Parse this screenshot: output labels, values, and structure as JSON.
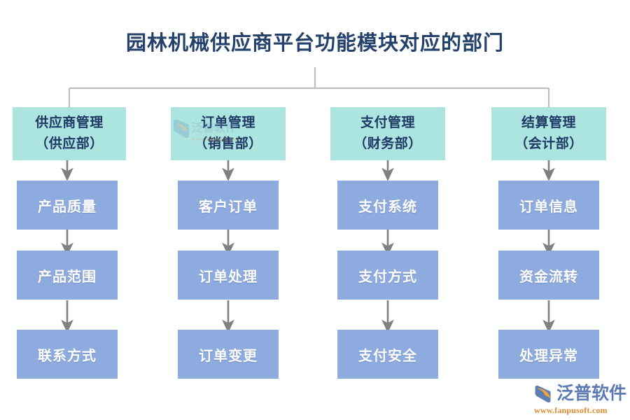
{
  "title": "园林机械供应商平台功能模块对应的部门",
  "colors": {
    "title_text": "#24416b",
    "dept_box_fill": "#ace4df",
    "dept_box_text": "#1f3864",
    "module_box_fill": "#8eabdf",
    "module_box_text": "#ffffff",
    "connector_line": "#bfbfbf",
    "arrow": "#808080",
    "logo_word": "#5b7bb5",
    "logo_url": "#e08a2e",
    "background": "#ffffff"
  },
  "columns": [
    {
      "department": {
        "name": "供应商管理",
        "unit": "（供应部）"
      },
      "modules": [
        "产品质量",
        "产品范围",
        "联系方式"
      ]
    },
    {
      "department": {
        "name": "订单管理",
        "unit": "（销售部）"
      },
      "modules": [
        "客户订单",
        "订单处理",
        "订单变更"
      ]
    },
    {
      "department": {
        "name": "支付管理",
        "unit": "（财务部）"
      },
      "modules": [
        "支付系统",
        "支付方式",
        "支付安全"
      ]
    },
    {
      "department": {
        "name": "结算管理",
        "unit": "（会计部）"
      },
      "modules": [
        "订单信息",
        "资金流转",
        "处理异常"
      ]
    }
  ],
  "logo": {
    "name": "泛普软件",
    "url": "www.fanpusoft.com"
  },
  "watermark": {
    "name": "泛普软件",
    "url": "www.fanpusoft.com"
  }
}
